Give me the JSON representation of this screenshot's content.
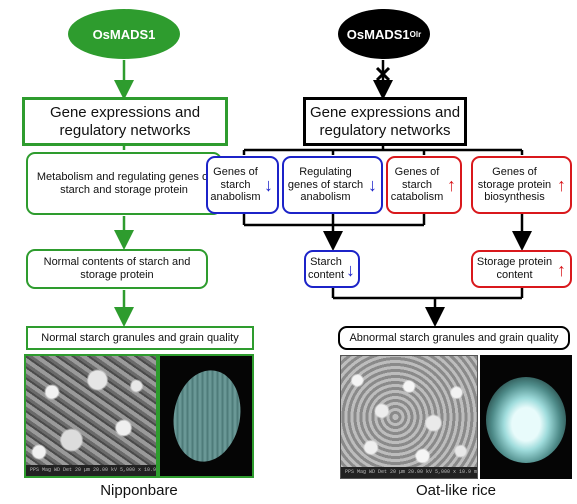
{
  "left": {
    "oval": "OsMADS1",
    "box1": "Gene expressions and regulatory networks",
    "box2": "Metabolism and regulating genes of starch and storage protein",
    "box3": "Normal contents of starch and storage protein",
    "box4": "Normal starch granules and grain quality",
    "caption": "Nipponbare"
  },
  "right": {
    "oval_main": "OsMADS1",
    "oval_sup": "Olr",
    "box1": "Gene expressions and regulatory networks",
    "gene_boxes": [
      {
        "label": "Genes of starch anabolism",
        "direction": "down"
      },
      {
        "label": "Regulating genes of starch anabolism",
        "direction": "down"
      },
      {
        "label": "Genes of starch catabolism",
        "direction": "up"
      },
      {
        "label": "Genes of storage protein biosynthesis",
        "direction": "up"
      }
    ],
    "starch_content": "Starch content",
    "protein_content": "Storage protein content",
    "box_final": "Abnormal starch granules and grain quality",
    "caption": "Oat-like rice"
  },
  "sem_footer": "PPS  Mag  WD  Det  20 µm  20.00 kV  5,000 x  10.9 mm",
  "colors": {
    "green": "#2e9c2e",
    "blue": "#1c23c8",
    "red": "#d9181c",
    "black": "#000000"
  }
}
